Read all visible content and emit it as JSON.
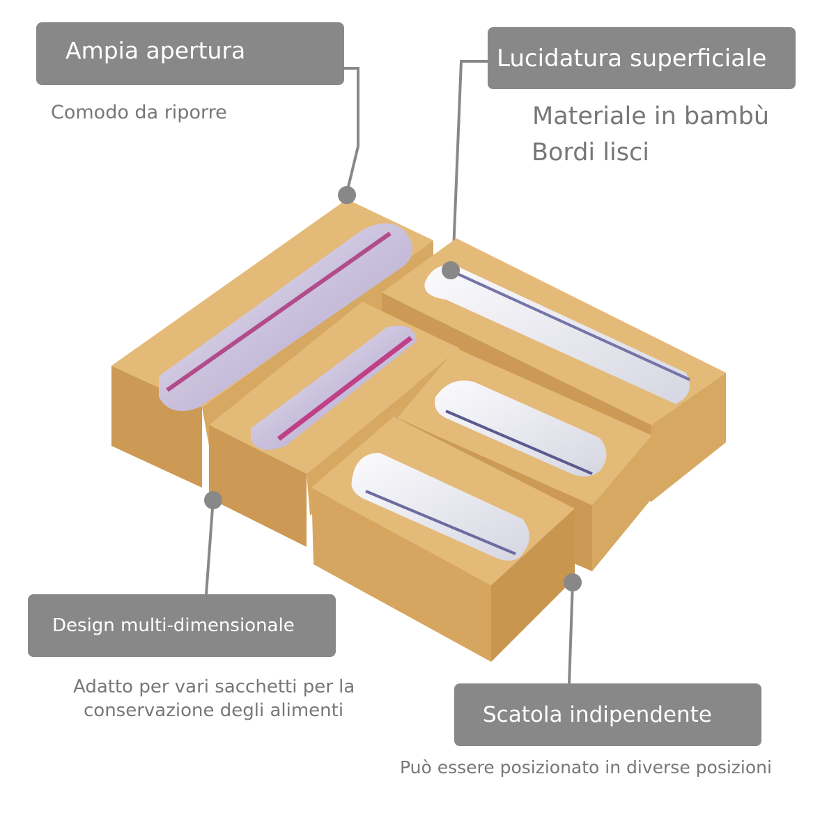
{
  "labels": {
    "ampia_apertura": "Ampia apertura",
    "lucidatura": "Lucidatura superficiale",
    "design": "Design multi-dimensionale",
    "scatola": "Scatola indipendente"
  },
  "captions": {
    "comodo": "Comodo da riporre",
    "materiale_line1": "Materiale in bambù",
    "materiale_line2": "Bordi lisci",
    "adatto_line1": "Adatto per vari sacchetti per la",
    "adatto_line2": "conservazione degli alimenti",
    "puo": "Può essere posizionato in diverse posizioni"
  },
  "colors": {
    "label_bg": "#888888",
    "label_text": "#ffffff",
    "caption_text": "#777777",
    "connector": "#888888",
    "bamboo_top": "#e2b675",
    "bamboo_side": "#c9964f",
    "bamboo_front": "#d6a660"
  }
}
